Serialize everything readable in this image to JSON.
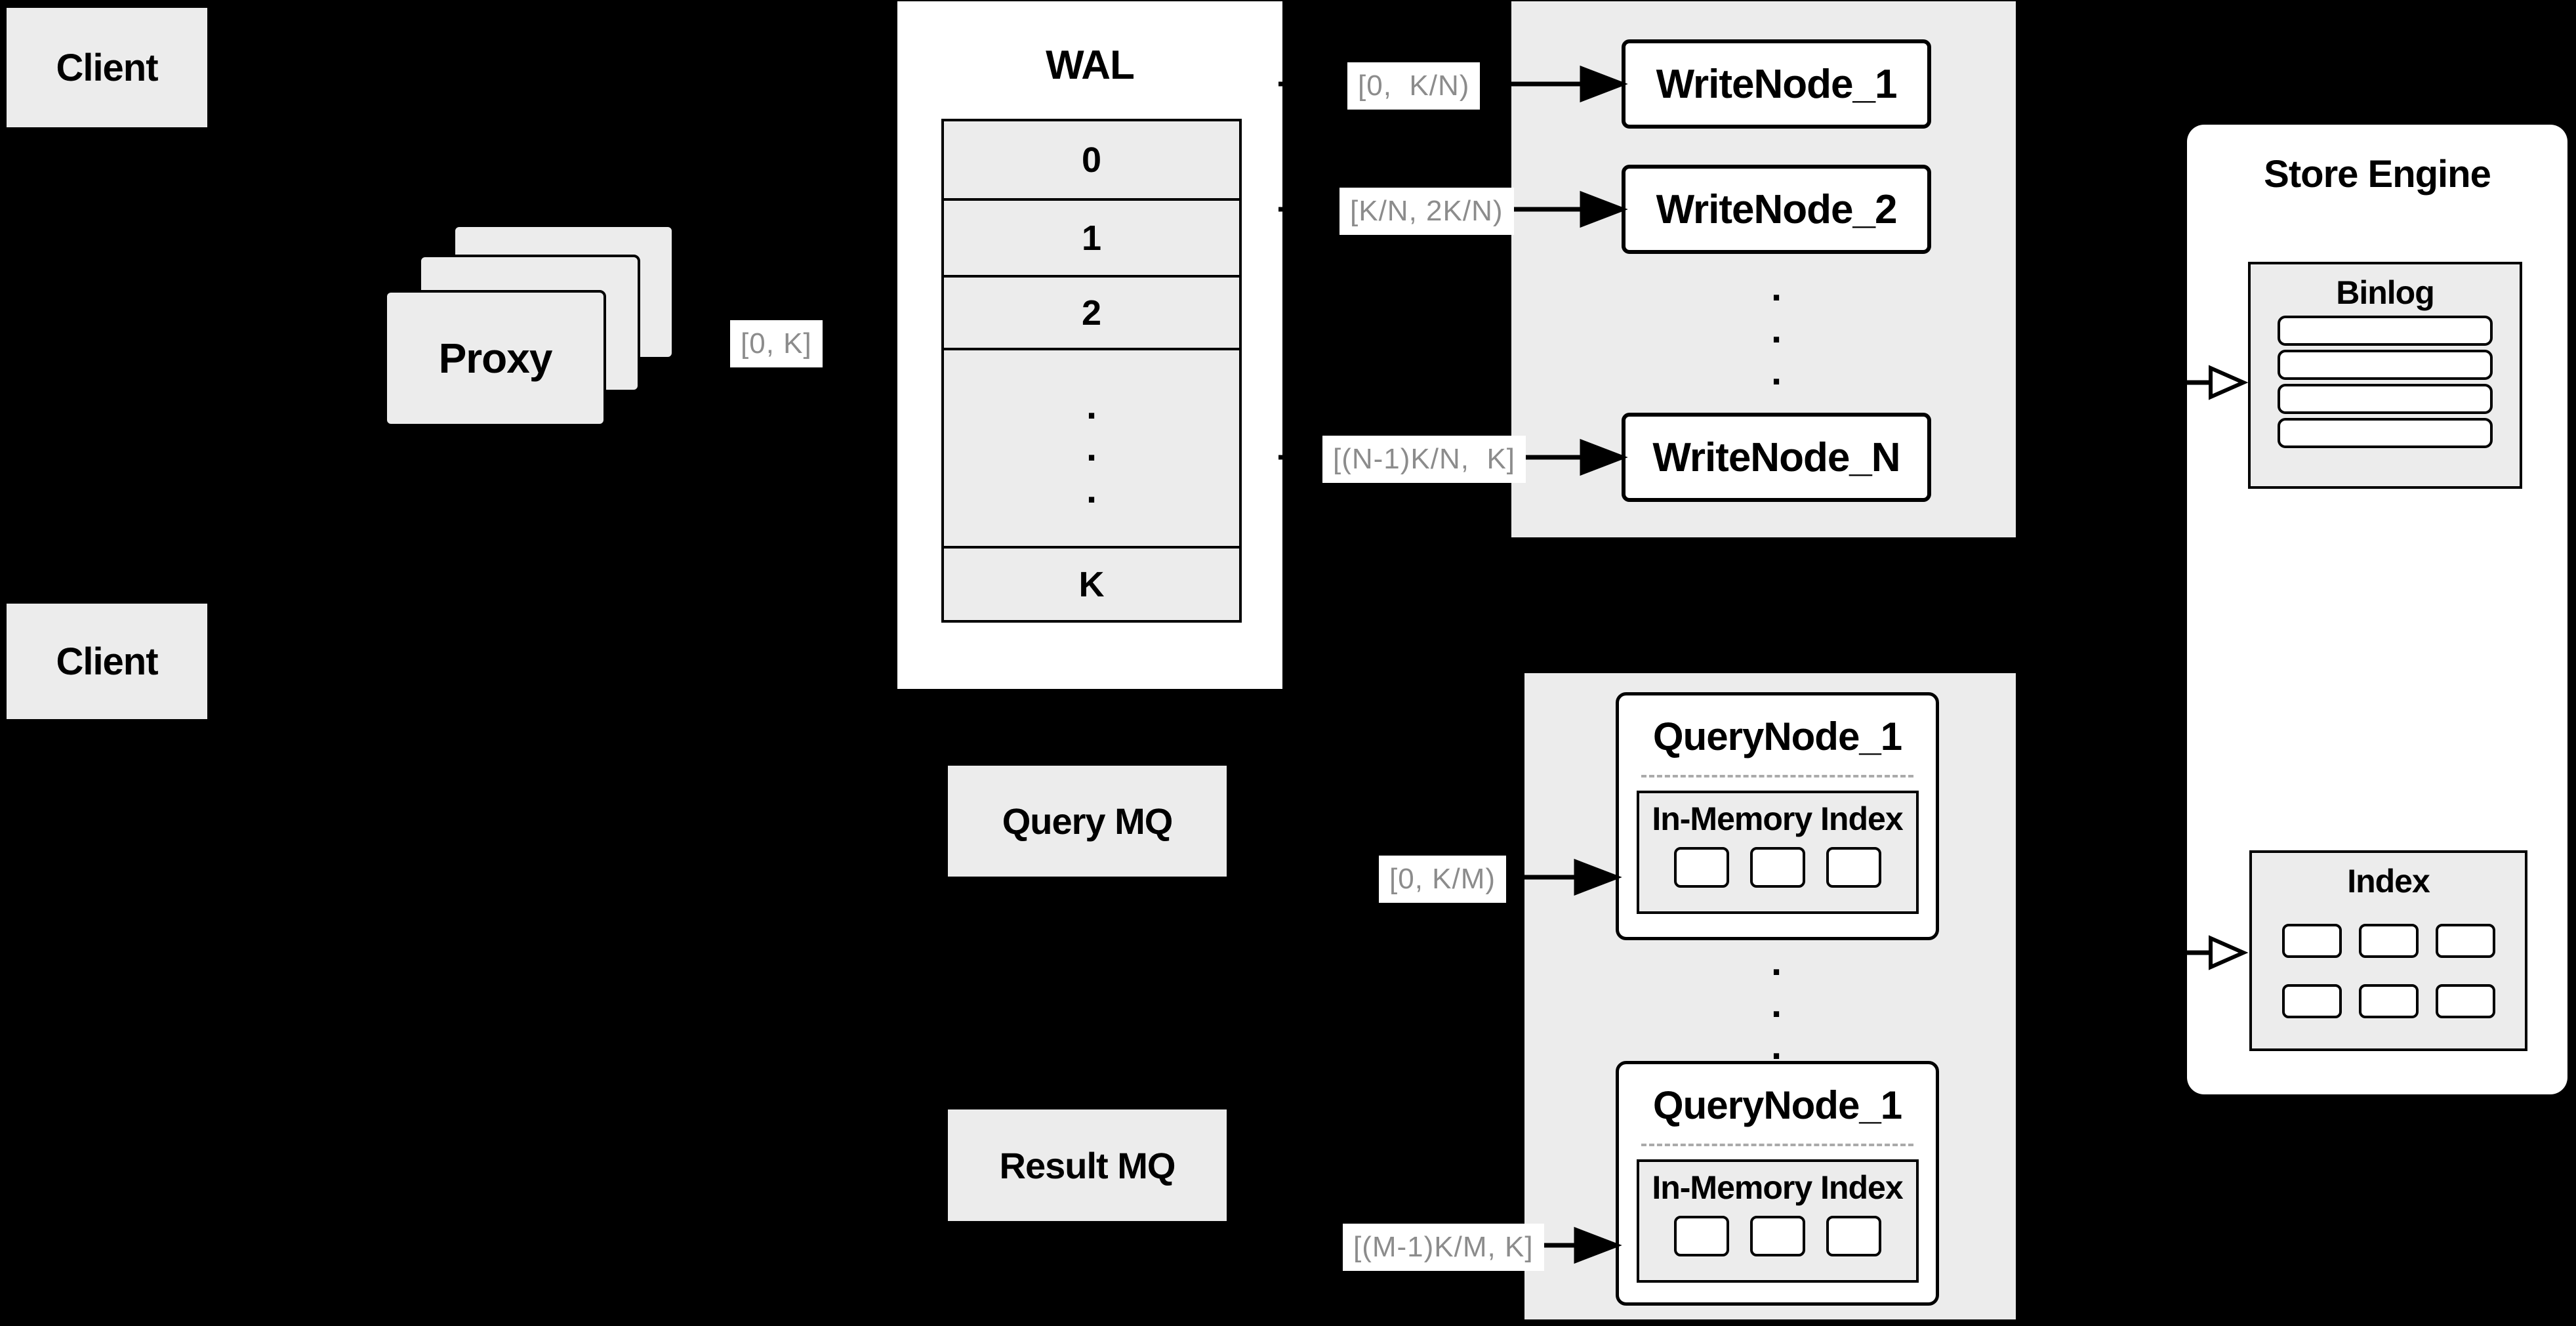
{
  "colors": {
    "background": "#000000",
    "panel_gray": "#ececec",
    "node_fill": "#ffffff",
    "line_black": "#000000",
    "label_text_gray": "#8c8c8c",
    "dashed_divider": "#aaaaaa"
  },
  "clients": {
    "top": "Client",
    "bottom": "Client"
  },
  "proxy": {
    "label": "Proxy"
  },
  "wal": {
    "title": "WAL",
    "rows": [
      "0",
      "1",
      "2",
      "K"
    ]
  },
  "write_nodes": [
    "WriteNode_1",
    "WriteNode_2",
    "WriteNode_N"
  ],
  "mq": {
    "query": "Query MQ",
    "result": "Result MQ"
  },
  "query_nodes": [
    {
      "title": "QueryNode_1",
      "subtitle": "In-Memory Index"
    },
    {
      "title": "QueryNode_1",
      "subtitle": "In-Memory Index"
    }
  ],
  "store_engine": {
    "title": "Store Engine",
    "binlog": "Binlog",
    "index": "Index"
  },
  "range_labels": {
    "proxy_out": "[0, K]",
    "write_1": "[0,  K/N)",
    "write_2": "[K/N, 2K/N)",
    "write_n": "[(N-1)K/N,  K]",
    "query_1": "[0, K/M)",
    "query_m": "[(M-1)K/M, K]"
  },
  "misc": {
    "dot": "."
  }
}
